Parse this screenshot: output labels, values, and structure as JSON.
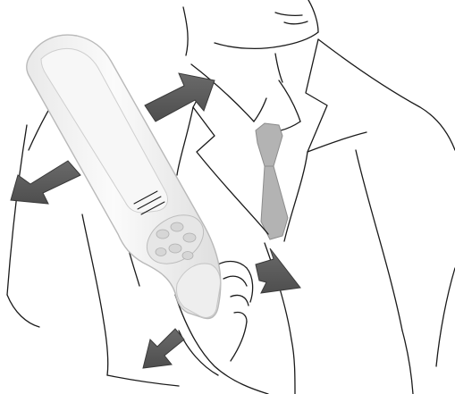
{
  "colors": {
    "background": "#ffffff",
    "outline": "#1a1a1a",
    "tie": "#b3b3b3",
    "tie_outline": "#8c8c8c",
    "arrow_fill": "#5e5e5e",
    "arrow_edge": "#3a3a3a",
    "detector_body": "#f4f4f4",
    "detector_edge": "#b9b9b9",
    "keypad": "#e6e6e6"
  },
  "illustration": {
    "subject": "person-in-suit",
    "tool": "handheld-metal-detector-wand",
    "arrows": [
      {
        "name": "arrow-shoulder-right",
        "direction": "up-right"
      },
      {
        "name": "arrow-shoulder-left",
        "direction": "left"
      },
      {
        "name": "arrow-chest",
        "direction": "right"
      },
      {
        "name": "arrow-lower-left",
        "direction": "down-left"
      }
    ]
  }
}
